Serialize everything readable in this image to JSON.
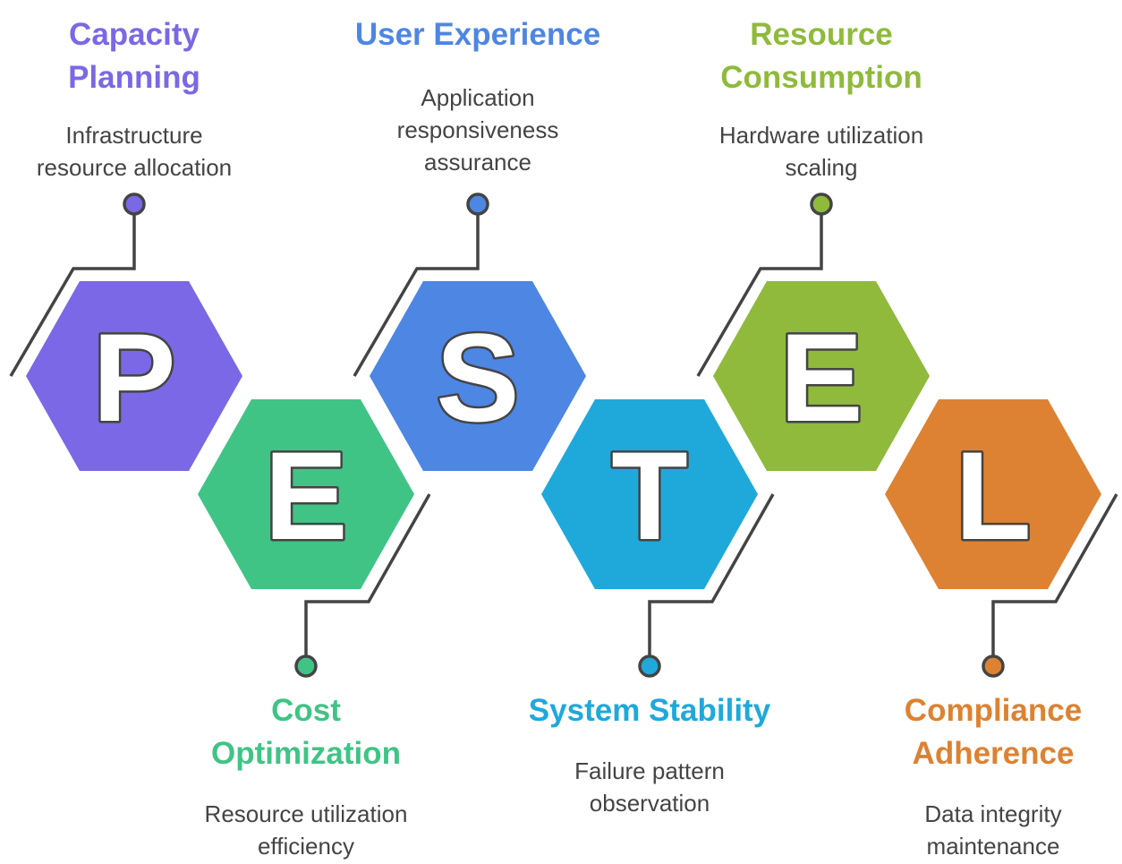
{
  "diagram": {
    "items": [
      {
        "letter": "P",
        "color": "#7B68E6",
        "position": "top",
        "title": [
          "Capacity",
          "Planning"
        ],
        "desc": [
          "Infrastructure",
          "resource allocation"
        ]
      },
      {
        "letter": "E",
        "color": "#40C486",
        "position": "bottom",
        "title": [
          "Cost",
          "Optimization"
        ],
        "desc": [
          "Resource utilization",
          "efficiency"
        ]
      },
      {
        "letter": "S",
        "color": "#4E86E3",
        "position": "top",
        "title": [
          "User Experience"
        ],
        "desc": [
          "Application",
          "responsiveness",
          "assurance"
        ]
      },
      {
        "letter": "T",
        "color": "#1FA9DB",
        "position": "bottom",
        "title": [
          "System Stability"
        ],
        "desc": [
          "Failure pattern",
          "observation"
        ]
      },
      {
        "letter": "E",
        "color": "#8FBA3C",
        "position": "top",
        "title": [
          "Resource",
          "Consumption"
        ],
        "desc": [
          "Hardware utilization",
          "scaling"
        ]
      },
      {
        "letter": "L",
        "color": "#DD8232",
        "position": "bottom",
        "title": [
          "Compliance",
          "Adherence"
        ],
        "desc": [
          "Data integrity",
          "maintenance"
        ]
      }
    ]
  }
}
